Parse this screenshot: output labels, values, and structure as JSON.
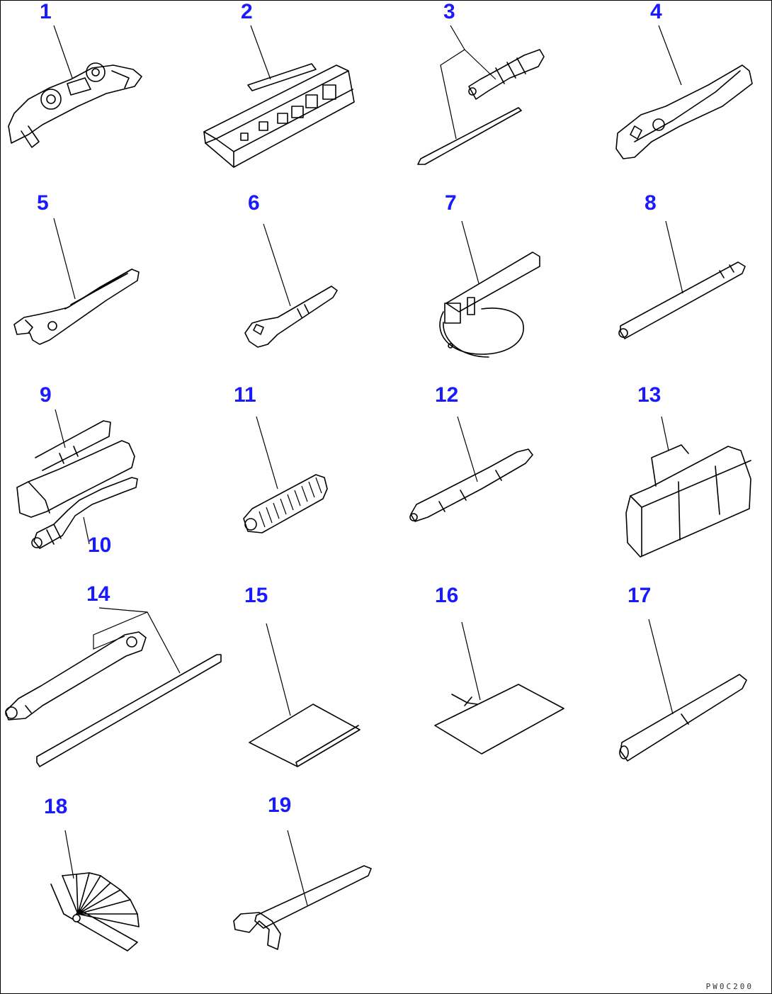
{
  "diagram": {
    "parts": [
      {
        "number": "1",
        "icon": "adjustable-wrench-set-icon"
      },
      {
        "number": "2",
        "icon": "socket-set-box-icon"
      },
      {
        "number": "3",
        "icon": "screwdriver-set-icon"
      },
      {
        "number": "4",
        "icon": "pliers-icon"
      },
      {
        "number": "5",
        "icon": "adjustable-wrench-icon"
      },
      {
        "number": "6",
        "icon": "open-end-wrench-icon"
      },
      {
        "number": "7",
        "icon": "filter-strap-wrench-icon"
      },
      {
        "number": "8",
        "icon": "extension-bar-icon"
      },
      {
        "number": "9",
        "icon": "grease-gun-icon"
      },
      {
        "number": "10",
        "icon": "grease-hose-icon"
      },
      {
        "number": "11",
        "icon": "spring-hose-icon"
      },
      {
        "number": "12",
        "icon": "gauge-rod-icon"
      },
      {
        "number": "13",
        "icon": "tool-bag-icon"
      },
      {
        "number": "14",
        "icon": "box-wrench-with-bar-icon"
      },
      {
        "number": "15",
        "icon": "manual-sheet-icon"
      },
      {
        "number": "16",
        "icon": "tag-sheet-icon"
      },
      {
        "number": "17",
        "icon": "pipe-icon"
      },
      {
        "number": "18",
        "icon": "feeler-gauge-icon"
      },
      {
        "number": "19",
        "icon": "hammer-icon"
      }
    ],
    "drawing_code": "PW0C200"
  }
}
